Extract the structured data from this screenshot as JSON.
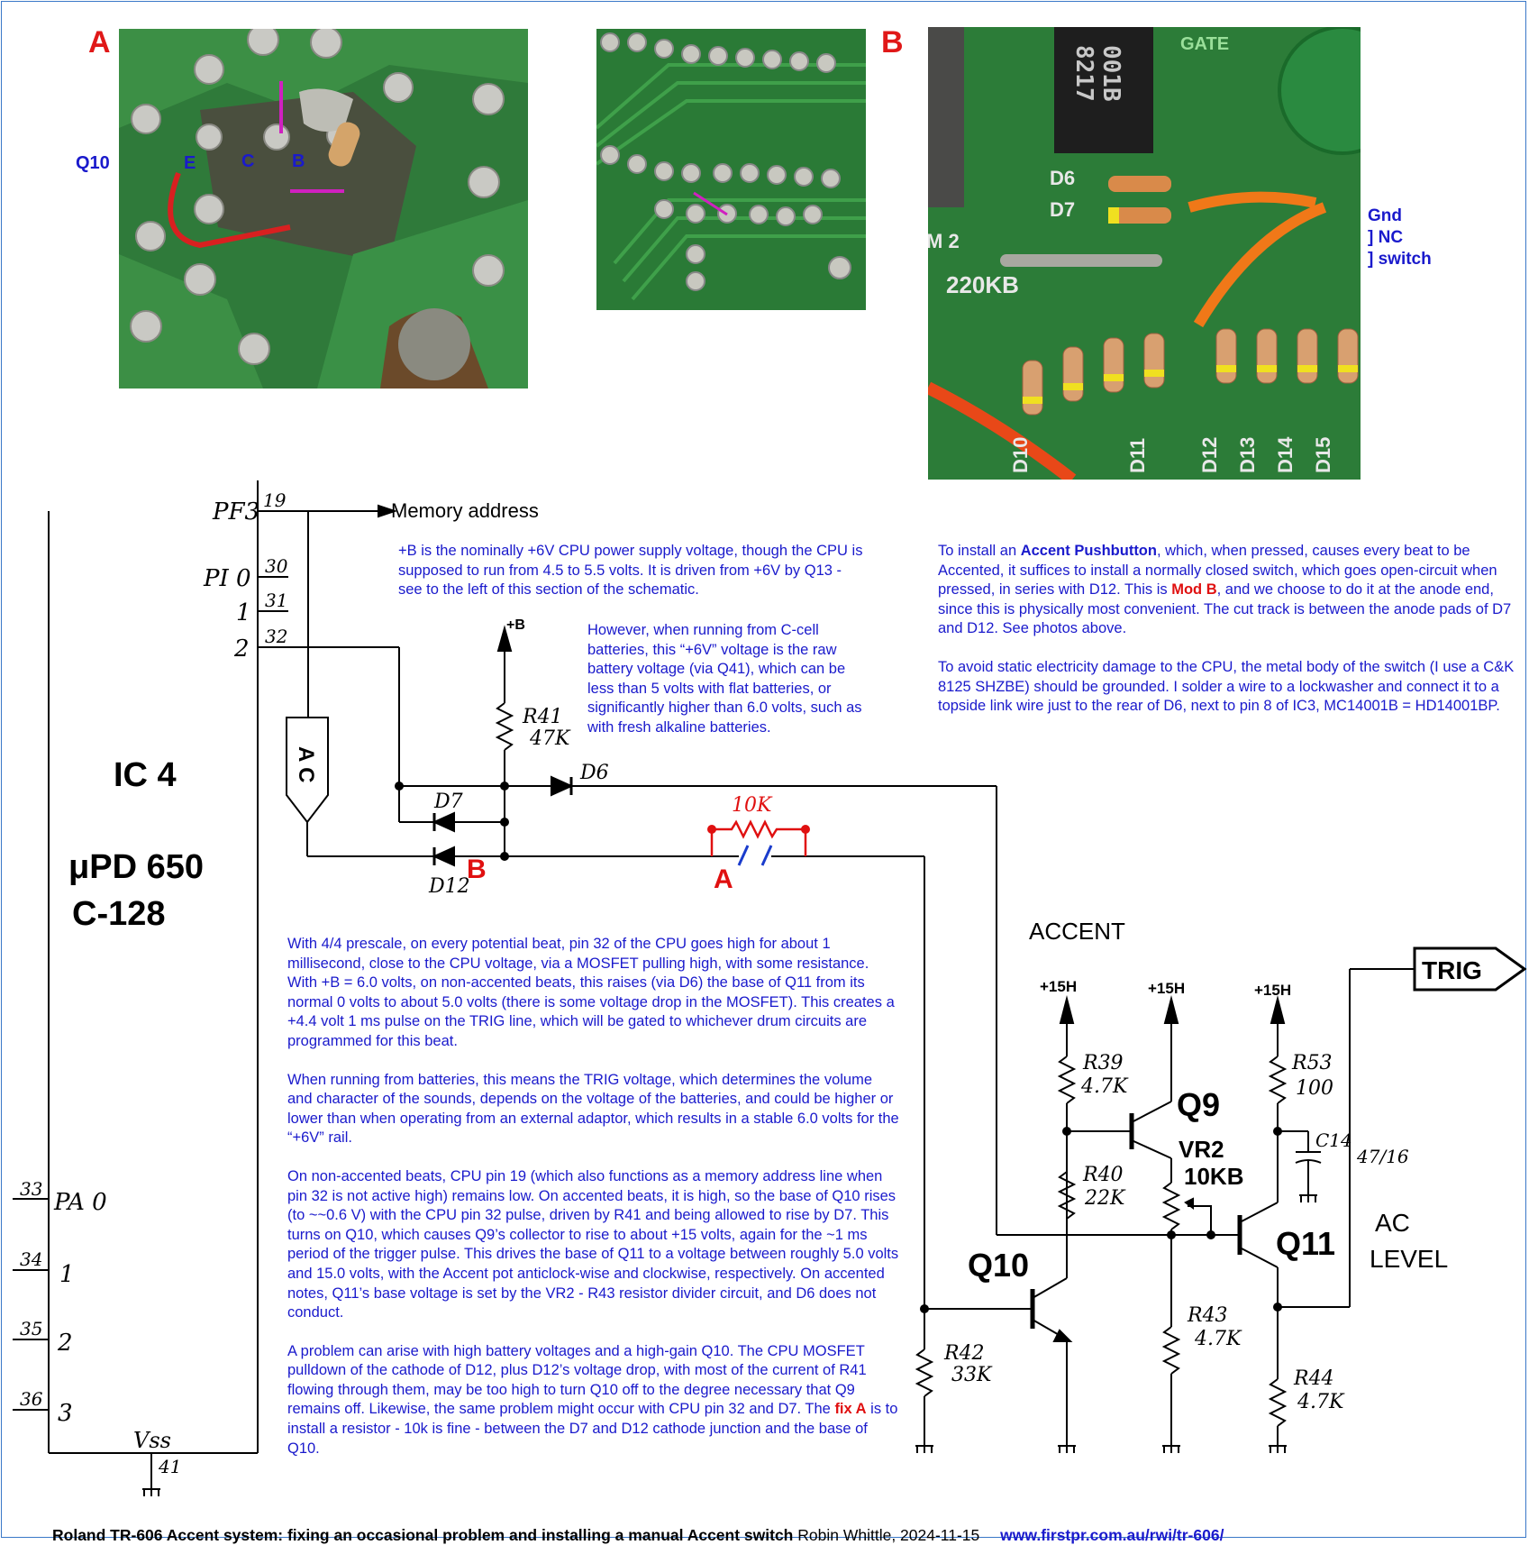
{
  "photos": {
    "photo_a": {
      "label": "A",
      "transistor": "Q10",
      "pins": [
        "E",
        "C",
        "B"
      ]
    },
    "photo_b": {
      "label": "B",
      "chip_text": [
        "001B",
        "8217"
      ],
      "board_text": [
        "GATE",
        "D6",
        "D7",
        "220KB",
        "M 2",
        "D10",
        "D11",
        "D12",
        "D13",
        "D14",
        "D15"
      ],
      "side_notes": [
        "Gnd",
        "] NC",
        "] switch"
      ]
    }
  },
  "schematic": {
    "ic_name": "IC 4",
    "ic_part": [
      "μPD 650",
      "C-128"
    ],
    "pins": {
      "pf3": "PF3",
      "pin19": "19",
      "pi0": "PI 0",
      "pin30": "30",
      "p1": "1",
      "pin31": "31",
      "p2": "2",
      "pin32": "32",
      "pa0": "PA 0",
      "pin33": "33",
      "pa1": "1",
      "pin34": "34",
      "pa2": "2",
      "pin35": "35",
      "pa3": "3",
      "pin36": "36",
      "vss": "Vss",
      "pin41": "41"
    },
    "memory_address": "Memory address",
    "plus_b": "+B",
    "ac_gate": "A C",
    "r41": [
      "R41",
      "47K"
    ],
    "d6": "D6",
    "d7": "D7",
    "d12": "D12",
    "mod_b": "B",
    "fix_a": "A",
    "r_fix": "10K",
    "accent": "ACCENT",
    "supply": "+15H",
    "r39": [
      "R39",
      "4.7K"
    ],
    "r40": [
      "R40",
      "22K"
    ],
    "r42": [
      "R42",
      "33K"
    ],
    "r43": [
      "R43",
      "4.7K"
    ],
    "r44": [
      "R44",
      "4.7K"
    ],
    "r53": [
      "R53",
      "100"
    ],
    "c14": "C14",
    "c14_val": "47/16",
    "vr2": [
      "VR2",
      "10KB"
    ],
    "q9": "Q9",
    "q10": "Q10",
    "q11": "Q11",
    "trig": "TRIG",
    "ac_level": [
      "AC",
      "LEVEL"
    ]
  },
  "notes": {
    "plus_b_note": "+B is the nominally +6V CPU power supply voltage, though the CPU is supposed to run from 4.5 to 5.5 volts.  It is driven from +6V by Q13 - see to the left of this section of the schematic.",
    "battery_note": "However, when running from C-cell batteries, this “+6V” voltage is the raw battery voltage (via Q41), which can be less than 5 volts with flat batteries, or significantly higher than 6.0 volts, such as with fresh alkaline batteries.",
    "accent_switch_1a": "To install an ",
    "accent_switch_1b": "Accent Pushbutton",
    "accent_switch_1c": ", which, when pressed, causes every beat to be Accented, it suffices to install a normally closed switch, which goes open-circuit when pressed, in series with D12.  This is ",
    "accent_switch_1d": "Mod B",
    "accent_switch_1e": ", and we choose to do it at the anode end, since this is physically most convenient.  The cut track is between the anode pads of D7 and D12.  See photos above.",
    "accent_switch_2": "To avoid static electricity damage to the CPU, the metal body of the switch (I use a C&K 8125 SHZBE) should be grounded.  I solder a wire to a lockwasher and connect it to a topside link wire just to the rear of D6, next to pin 8 of IC3, MC14001B = HD14001BP.",
    "main_1": "With 4/4 prescale, on every potential beat, pin 32 of the CPU goes high for about 1 millisecond, close to the CPU voltage, via a MOSFET pulling high, with some resistance.  With +B = 6.0 volts, on non-accented beats, this raises (via D6) the base of Q11 from its normal 0 volts to about 5.0 volts (there is some voltage drop in the MOSFET).  This creates a +4.4 volt 1 ms pulse on the TRIG line, which will be gated to whichever drum circuits are programmed for this beat.",
    "main_2": "When running from batteries, this means the TRIG voltage, which determines the volume and character of the sounds, depends on the voltage of the batteries, and could be higher or lower than when operating from an external adaptor, which results in a stable 6.0 volts for the “+6V” rail.",
    "main_3": "On non-accented beats, CPU pin 19 (which also functions as a memory address line when pin 32 is not active high) remains low.  On accented beats, it is high, so the base of Q10 rises (to ~~0.6 V) with the CPU pin 32 pulse, driven by R41 and being allowed to rise by D7.  This turns on Q10, which causes Q9’s collector to rise to about +15 volts, again for the ~1 ms period of the trigger pulse.  This drives the base of Q11 to a voltage between roughly 5.0 volts and 15.0 volts, with the Accent pot anticlock-wise and clockwise, respectively.  On accented notes, Q11’s base voltage is set by the VR2 - R43 resistor divider circuit, and D6 does not conduct.",
    "main_4a": "A problem can arise with high battery voltages and a high-gain Q10.  The CPU MOSFET pulldown of the cathode of D12, plus D12’s voltage drop, with most of the current of R41 flowing through them, may be too high to turn Q10 off to the degree necessary that Q9 remains off.  Likewise, the same problem might occur with CPU pin 32 and D7.  The ",
    "main_4b": "fix A",
    "main_4c": " is to install a resistor - 10k is fine - between the D7 and D12 cathode junction and the base of Q10."
  },
  "footer": {
    "title": "Roland TR-606 Accent system: fixing an occasional problem and installing a manual Accent switch",
    "author": "Robin Whittle, 2024-11-15",
    "url": "www.firstpr.com.au/rwi/tr-606/"
  }
}
